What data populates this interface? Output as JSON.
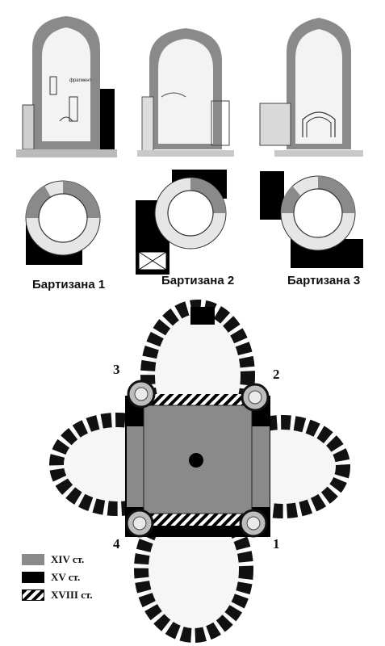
{
  "captions": {
    "bartizan1": "Бартизана 1",
    "bartizan2": "Бартизана 2",
    "bartizan3": "Бартизана 3"
  },
  "plan_numbers": [
    "1",
    "2",
    "3",
    "4"
  ],
  "inscription": "фрагмент",
  "legend": [
    {
      "label": "XIV ст.",
      "color": "#8a8a8a",
      "pattern": "solid"
    },
    {
      "label": "XV ст.",
      "color": "#000000",
      "pattern": "solid"
    },
    {
      "label": "XVIII ст.",
      "color": "#000000",
      "pattern": "hatched"
    }
  ],
  "colors": {
    "gray": "#8a8a8a",
    "black": "#000000",
    "light": "#e8e8e8"
  }
}
